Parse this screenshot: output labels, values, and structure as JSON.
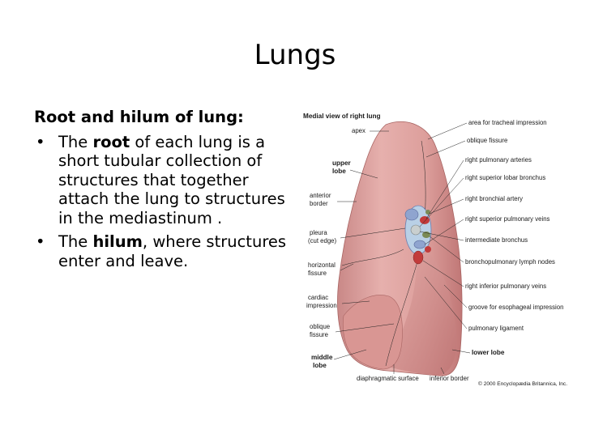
{
  "title": "Lungs",
  "body": {
    "heading": "Root and hilum of lung:",
    "bullet1": {
      "pre": "The ",
      "bold": "root",
      "post": " of each lung is a short tubular collection of structures that together attach the lung to structures in the mediastinum ."
    },
    "bullet2": {
      "pre": "The ",
      "bold": "hilum",
      "post": ", where structures enter and leave."
    }
  },
  "figure": {
    "title": "Medial view of right lung",
    "left_labels": {
      "apex": "apex",
      "upper_lobe_1": "upper",
      "upper_lobe_2": "lobe",
      "anterior_1": "anterior",
      "anterior_2": "border",
      "pleura_1": "pleura",
      "pleura_2": "(cut edge)",
      "horizontal_1": "horizontal",
      "horizontal_2": "fissure",
      "cardiac_1": "cardiac",
      "cardiac_2": "impression",
      "oblique_1": "oblique",
      "oblique_2": "fissure",
      "middle_1": "middle",
      "middle_2": "lobe"
    },
    "right_labels": {
      "tracheal": "area for tracheal impression",
      "oblique": "oblique fissure",
      "pulm_arteries": "right pulmonary arteries",
      "sup_lobar": "right superior lobar bronchus",
      "bronchial_artery": "right bronchial artery",
      "sup_pulm_veins": "right superior pulmonary veins",
      "intermediate": "intermediate bronchus",
      "lymph_nodes": "bronchopulmonary lymph nodes",
      "inf_pulm_veins": "right inferior pulmonary veins",
      "esophageal": "groove for esophageal impression",
      "ligament": "pulmonary ligament",
      "lower_lobe": "lower lobe"
    },
    "bottom_labels": {
      "diaphragmatic": "diaphragmatic surface",
      "inferior_border": "inferior border",
      "copyright": "© 2000 Encyclopædia Britannica, Inc."
    },
    "colors": {
      "lung": "#dfa3a0",
      "lung_dark": "#c57d7c",
      "hilum_blue": "#8fa4cf",
      "hilum_red": "#c23b3b",
      "bronchus": "#c9cfcf",
      "lymph_green": "#7a8a55"
    }
  }
}
